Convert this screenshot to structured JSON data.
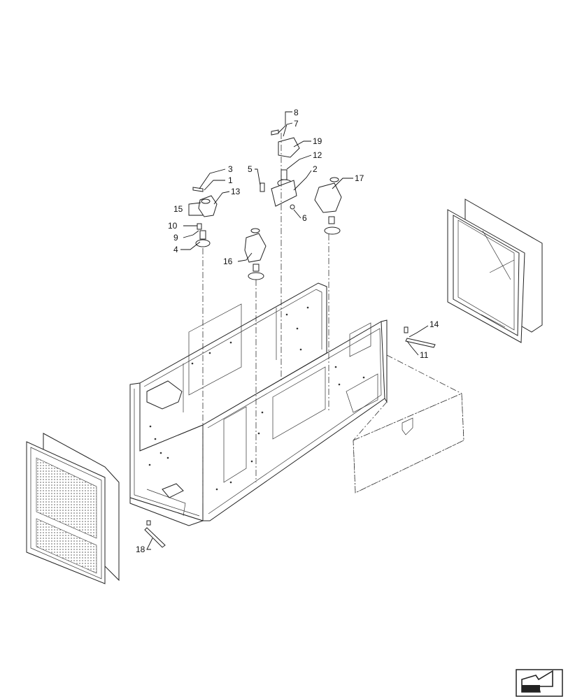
{
  "callouts": [
    {
      "id": "c8",
      "text": "8"
    },
    {
      "id": "c7",
      "text": "7"
    },
    {
      "id": "c19",
      "text": "19"
    },
    {
      "id": "c12",
      "text": "12"
    },
    {
      "id": "c5",
      "text": "5"
    },
    {
      "id": "c2",
      "text": "2"
    },
    {
      "id": "c3",
      "text": "3"
    },
    {
      "id": "c1",
      "text": "1"
    },
    {
      "id": "c17",
      "text": "17"
    },
    {
      "id": "c13",
      "text": "13"
    },
    {
      "id": "c15",
      "text": "15"
    },
    {
      "id": "c6",
      "text": "6"
    },
    {
      "id": "c10",
      "text": "10"
    },
    {
      "id": "c9",
      "text": "9"
    },
    {
      "id": "c4",
      "text": "4"
    },
    {
      "id": "c16",
      "text": "16"
    },
    {
      "id": "c14",
      "text": "14"
    },
    {
      "id": "c11",
      "text": "11"
    },
    {
      "id": "c18",
      "text": "18"
    }
  ],
  "icons": {
    "nav": "next-arrow-icon"
  }
}
